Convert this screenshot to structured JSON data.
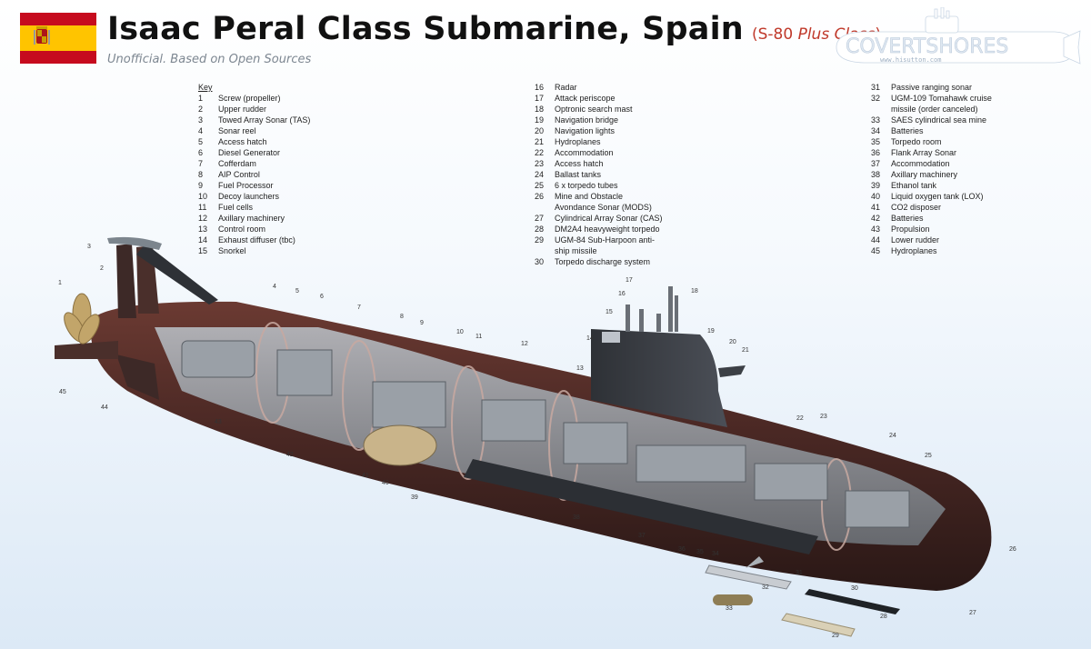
{
  "header": {
    "title": "Isaac Peral Class Submarine, Spain",
    "class_open": "(S-80 ",
    "class_italic": "Plus Class",
    "class_close": ")",
    "subtitle": "Unofficial. Based on Open Sources",
    "logo_main": "COVERTSHORES",
    "logo_url": "www.hisutton.com"
  },
  "key_heading": "Key",
  "key": [
    [
      {
        "n": "1",
        "t": "Screw (propeller)"
      },
      {
        "n": "2",
        "t": "Upper rudder"
      },
      {
        "n": "3",
        "t": "Towed Array Sonar (TAS)"
      },
      {
        "n": "4",
        "t": "Sonar reel"
      },
      {
        "n": "5",
        "t": "Access hatch"
      },
      {
        "n": "6",
        "t": "Diesel Generator"
      },
      {
        "n": "7",
        "t": "Cofferdam"
      },
      {
        "n": "8",
        "t": "AIP Control"
      },
      {
        "n": "9",
        "t": "Fuel Processor"
      },
      {
        "n": "10",
        "t": "Decoy launchers"
      },
      {
        "n": "11",
        "t": "Fuel cells"
      },
      {
        "n": "12",
        "t": "Axillary machinery"
      },
      {
        "n": "13",
        "t": "Control room"
      },
      {
        "n": "14",
        "t": "Exhaust diffuser (tbc)"
      },
      {
        "n": "15",
        "t": "Snorkel"
      }
    ],
    [
      {
        "n": "16",
        "t": "Radar"
      },
      {
        "n": "17",
        "t": "Attack periscope"
      },
      {
        "n": "18",
        "t": "Optronic search mast"
      },
      {
        "n": "19",
        "t": "Navigation bridge"
      },
      {
        "n": "20",
        "t": "Navigation lights"
      },
      {
        "n": "21",
        "t": "Hydroplanes"
      },
      {
        "n": "22",
        "t": "Accommodation"
      },
      {
        "n": "23",
        "t": "Access hatch"
      },
      {
        "n": "24",
        "t": "Ballast tanks"
      },
      {
        "n": "25",
        "t": "6 x torpedo tubes"
      },
      {
        "n": "26",
        "t": "Mine and Obstacle"
      },
      {
        "n": "",
        "t": "Avondance Sonar (MODS)"
      },
      {
        "n": "27",
        "t": "Cylindrical Array Sonar (CAS)"
      },
      {
        "n": "28",
        "t": "DM2A4 heavyweight torpedo"
      },
      {
        "n": "29",
        "t": "UGM-84 Sub-Harpoon anti-"
      },
      {
        "n": "",
        "t": "ship missile"
      },
      {
        "n": "30",
        "t": "Torpedo discharge system"
      }
    ],
    [
      {
        "n": "31",
        "t": "Passive ranging sonar"
      },
      {
        "n": "32",
        "t": "UGM-109 Tomahawk cruise"
      },
      {
        "n": "",
        "t": "missile (order canceled)"
      },
      {
        "n": "33",
        "t": "SAES cylindrical sea mine"
      },
      {
        "n": "34",
        "t": "Batteries"
      },
      {
        "n": "35",
        "t": "Torpedo room"
      },
      {
        "n": "36",
        "t": "Flank Array Sonar"
      },
      {
        "n": "37",
        "t": "Accommodation"
      },
      {
        "n": "38",
        "t": "Axillary machinery"
      },
      {
        "n": "39",
        "t": "Ethanol tank"
      },
      {
        "n": "40",
        "t": "Liquid oxygen tank (LOX)"
      },
      {
        "n": "41",
        "t": "CO2 disposer"
      },
      {
        "n": "42",
        "t": "Batteries"
      },
      {
        "n": "43",
        "t": "Propulsion"
      },
      {
        "n": "44",
        "t": "Lower rudder"
      },
      {
        "n": "45",
        "t": "Hydroplanes"
      }
    ]
  ],
  "callouts": [
    "1",
    "2",
    "3",
    "4",
    "5",
    "6",
    "7",
    "8",
    "9",
    "10",
    "11",
    "12",
    "13",
    "14",
    "15",
    "16",
    "17",
    "18",
    "19",
    "20",
    "21",
    "22",
    "23",
    "24",
    "25",
    "26",
    "27",
    "28",
    "29",
    "30",
    "31",
    "32",
    "33",
    "34",
    "35",
    "36",
    "37",
    "38",
    "39",
    "40",
    "41",
    "42",
    "43",
    "44",
    "45"
  ],
  "colors": {
    "flag_red": "#c60b1e",
    "flag_yellow": "#ffc400",
    "hull_dark": "#3a2a28",
    "hull_red": "#5a2e27",
    "interior": "#8a8f94",
    "logo_white": "#ffffff"
  }
}
